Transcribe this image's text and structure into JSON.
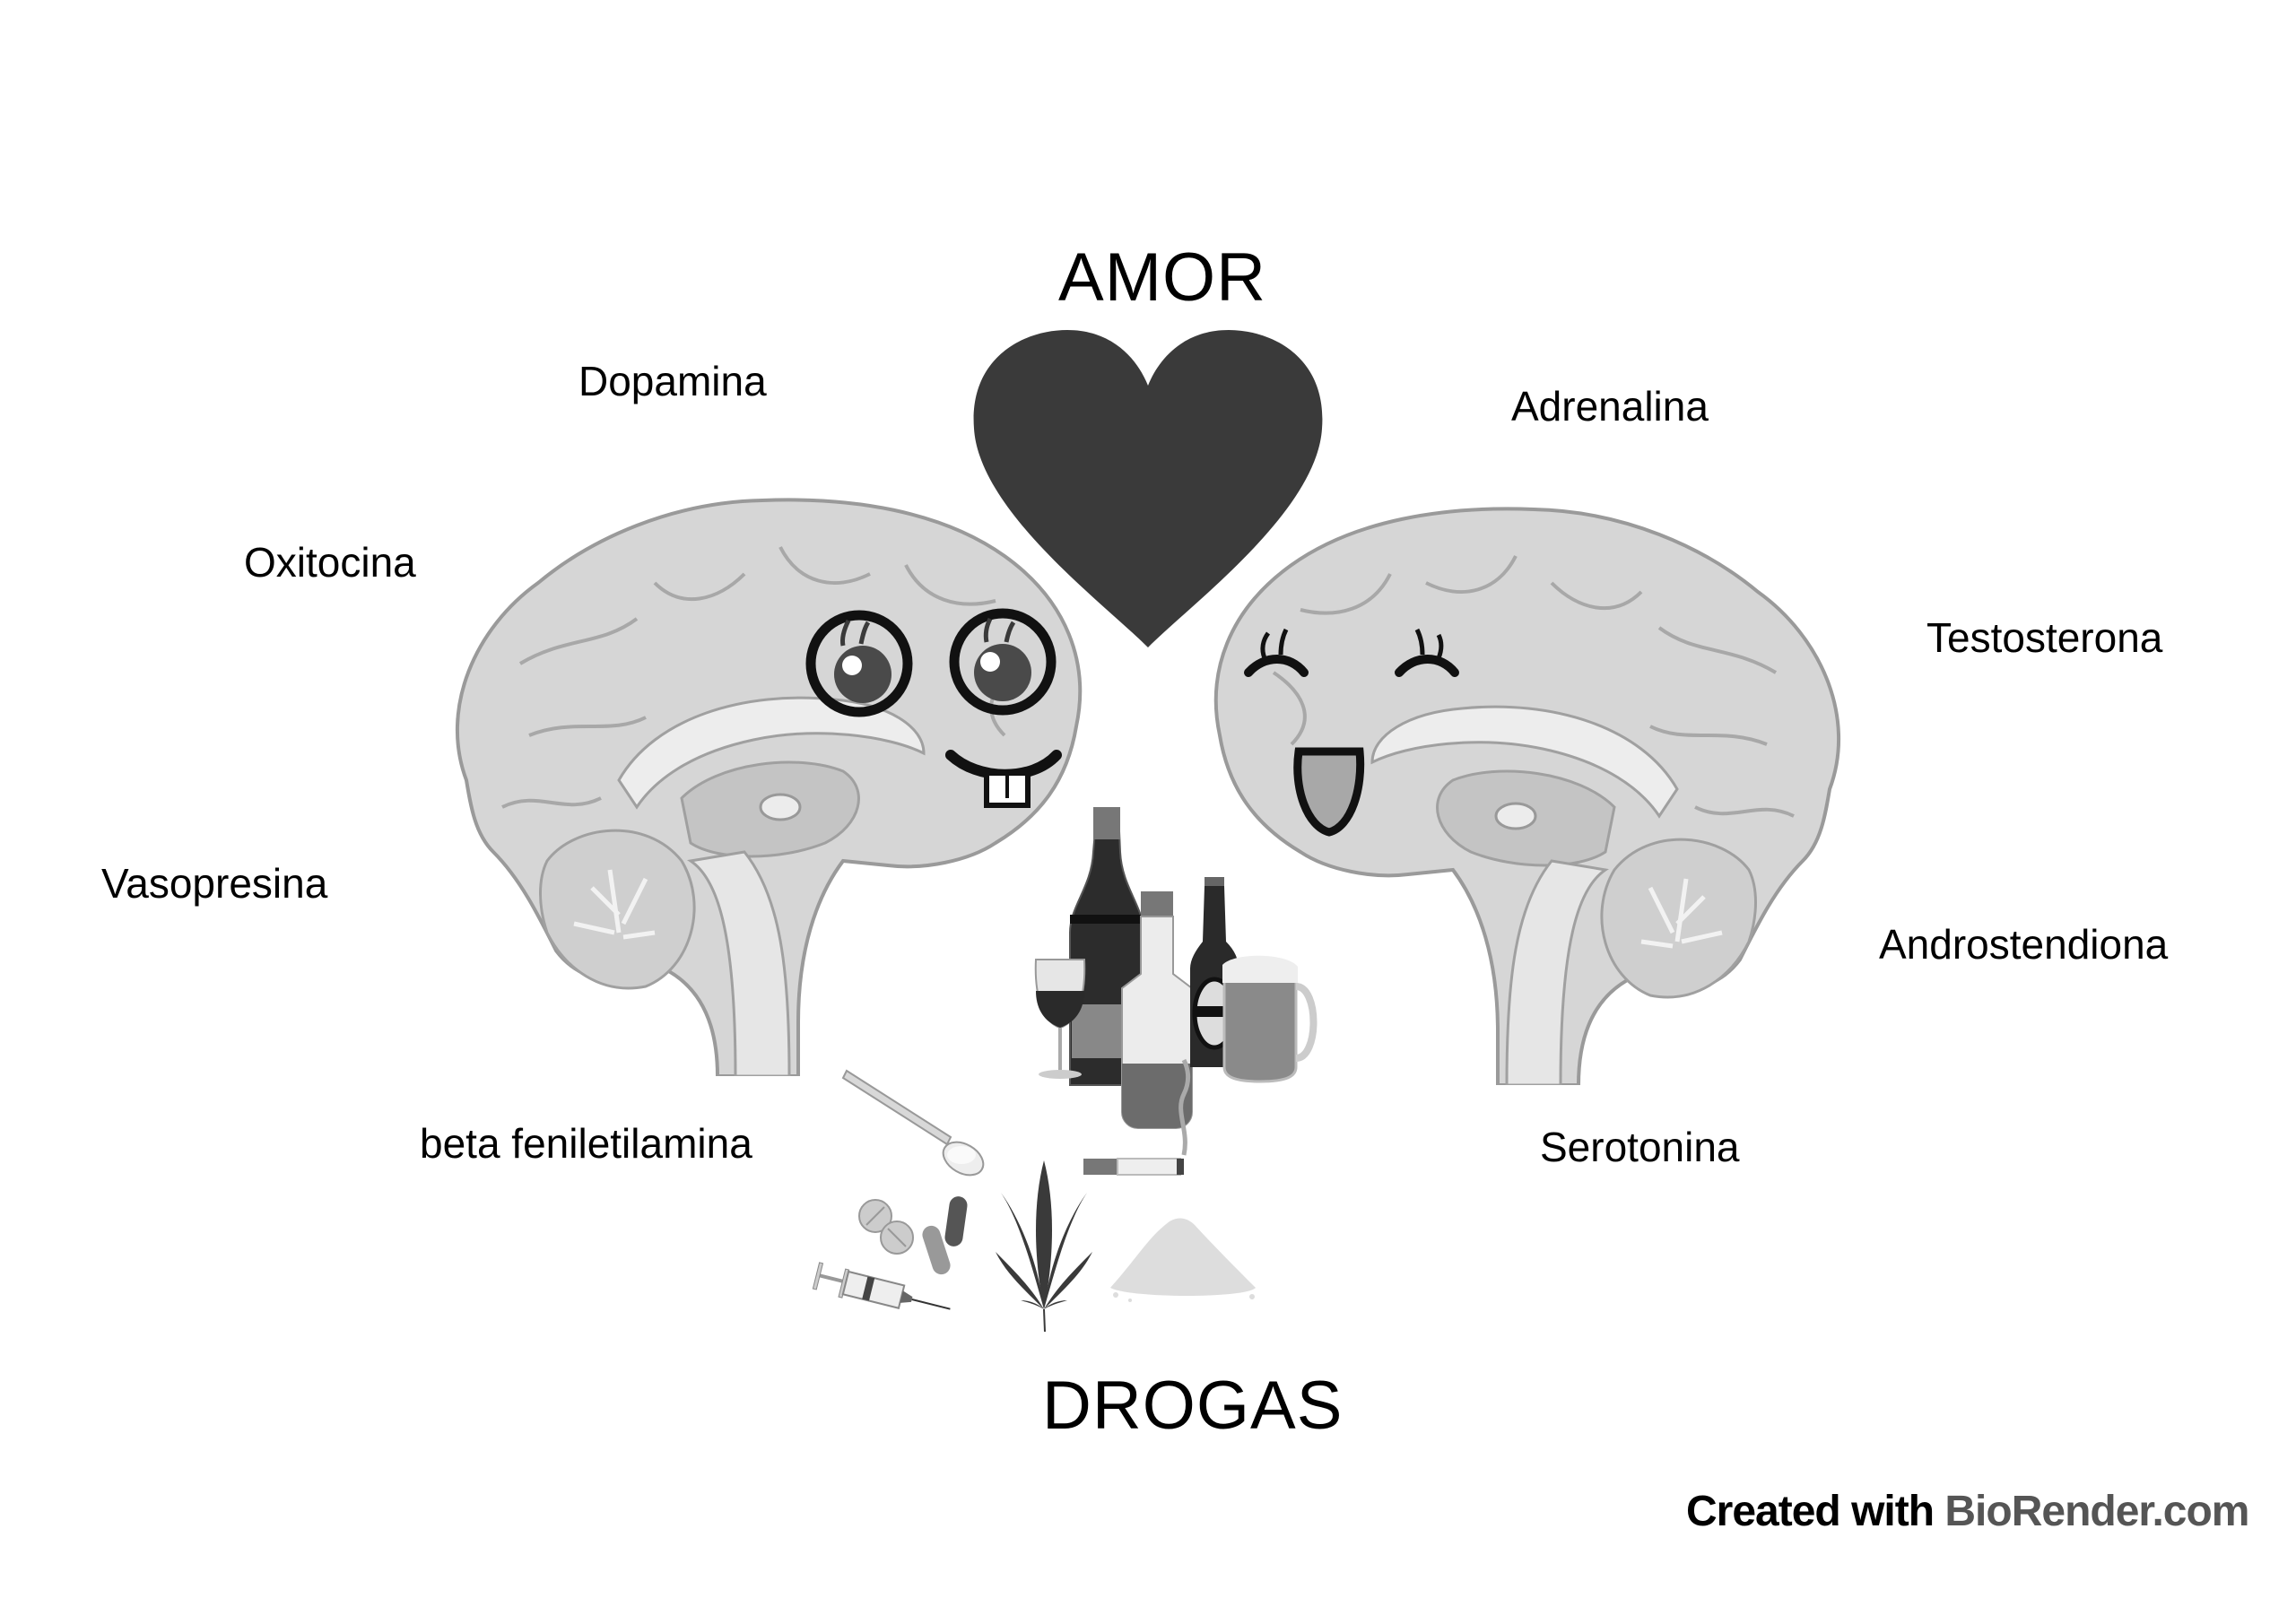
{
  "titles": {
    "love": "AMOR",
    "drugs": "DROGAS"
  },
  "left_labels": [
    {
      "text": "Dopamina"
    },
    {
      "text": "Oxitocina"
    },
    {
      "text": "Vasopresina"
    },
    {
      "text": "beta feniletilamina"
    }
  ],
  "right_labels": [
    {
      "text": "Adrenalina"
    },
    {
      "text": "Testosterona"
    },
    {
      "text": "Androstendiona"
    },
    {
      "text": "Serotonina"
    }
  ],
  "illustrations": {
    "heart": "heart-icon",
    "left_brain": "brain-with-glasses-smiling-buck-teeth",
    "right_brain": "brain-with-closed-eyes-tongue-out",
    "alcohol": [
      "champagne-bottle",
      "wine-glass",
      "liquor-bottle",
      "beer-bottle",
      "beer-mug"
    ],
    "drugs": [
      "spoon-with-powder",
      "cigarette",
      "pills",
      "capsules",
      "syringe",
      "cannabis-leaf",
      "powder-pile"
    ]
  },
  "colors": {
    "heart": "#3a3a3a",
    "brain_fill": "#d6d6d6",
    "brain_stroke": "#9a9a9a",
    "text": "#000000",
    "credit_brand": "#555555"
  },
  "credit": {
    "prefix": "Created with",
    "brand": "BioRender.com"
  }
}
